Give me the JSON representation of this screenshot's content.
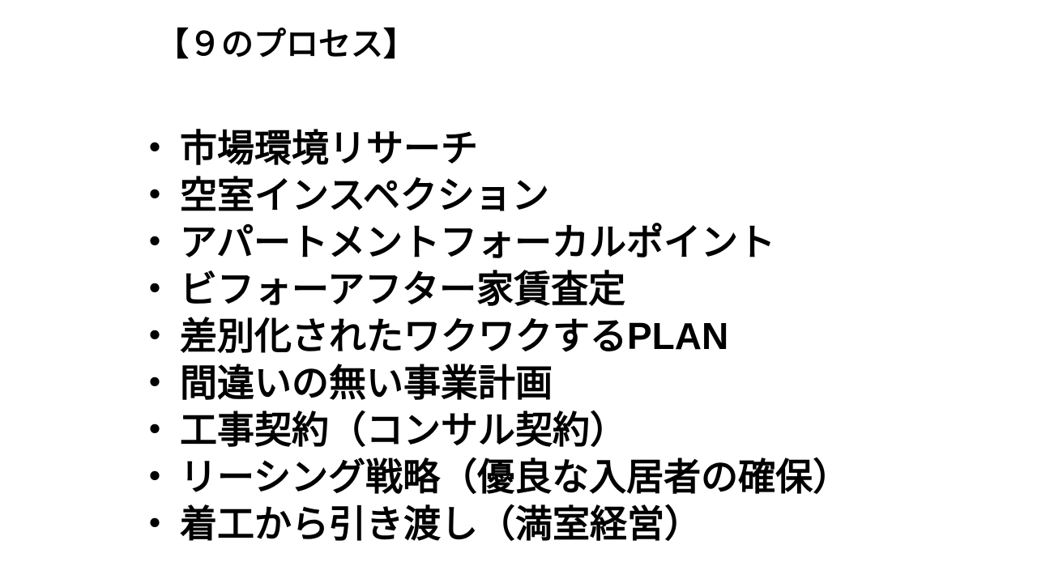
{
  "page": {
    "background_color": "#ffffff",
    "text_color": "#000000"
  },
  "title": "【９のプロセス】",
  "list": {
    "bullet": "・",
    "items": [
      {
        "label": "市場環境リサーチ"
      },
      {
        "label": "空室インスペクション"
      },
      {
        "label": "アパートメントフォーカルポイント"
      },
      {
        "label": "ビフォーアフター家賃査定"
      },
      {
        "label": "差別化されたワクワクするPLAN"
      },
      {
        "label": "間違いの無い事業計画"
      },
      {
        "label": "工事契約（コンサル契約）"
      },
      {
        "label": "リーシング戦略（優良な入居者の確保）"
      },
      {
        "label": "着工から引き渡し（満室経営）"
      }
    ]
  }
}
